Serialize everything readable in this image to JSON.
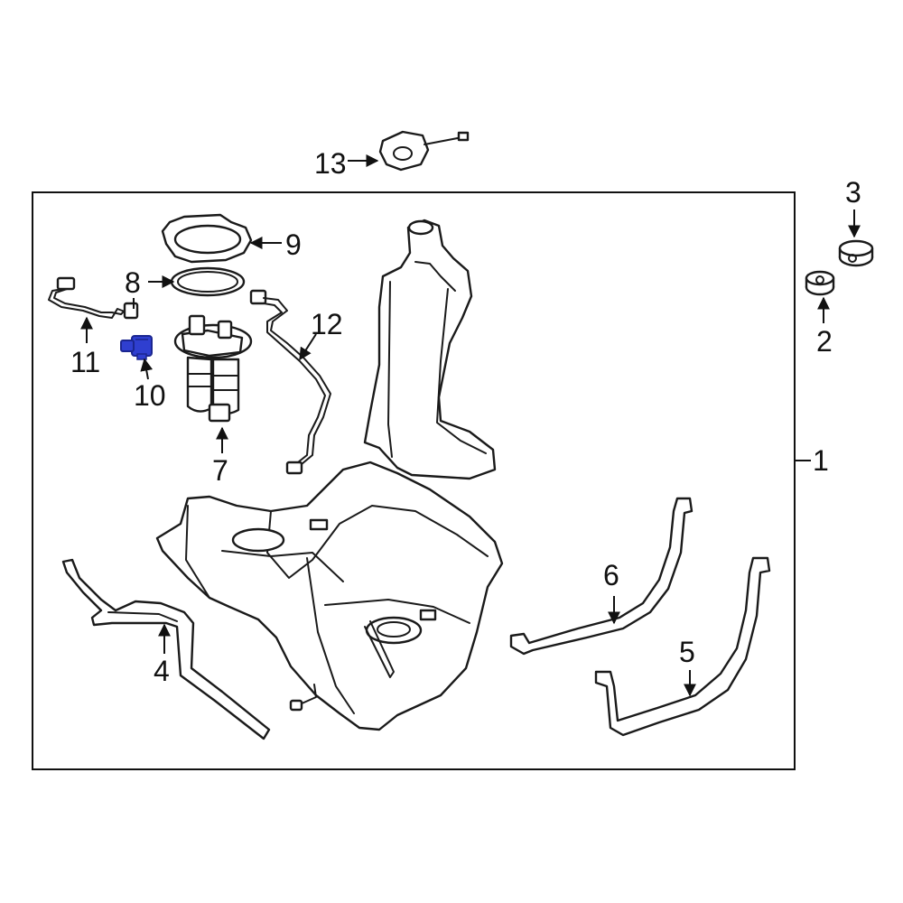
{
  "diagram": {
    "callouts": [
      {
        "id": "1",
        "label": "1"
      },
      {
        "id": "2",
        "label": "2"
      },
      {
        "id": "3",
        "label": "3"
      },
      {
        "id": "4",
        "label": "4"
      },
      {
        "id": "5",
        "label": "5"
      },
      {
        "id": "6",
        "label": "6"
      },
      {
        "id": "7",
        "label": "7"
      },
      {
        "id": "8",
        "label": "8"
      },
      {
        "id": "9",
        "label": "9"
      },
      {
        "id": "10",
        "label": "10"
      },
      {
        "id": "11",
        "label": "11"
      },
      {
        "id": "12",
        "label": "12"
      },
      {
        "id": "13",
        "label": "13"
      }
    ],
    "colors": {
      "line": "#1a1a1a",
      "highlight": "#2f3fd0",
      "highlight_dark": "#1b2690",
      "background": "#ffffff"
    }
  }
}
